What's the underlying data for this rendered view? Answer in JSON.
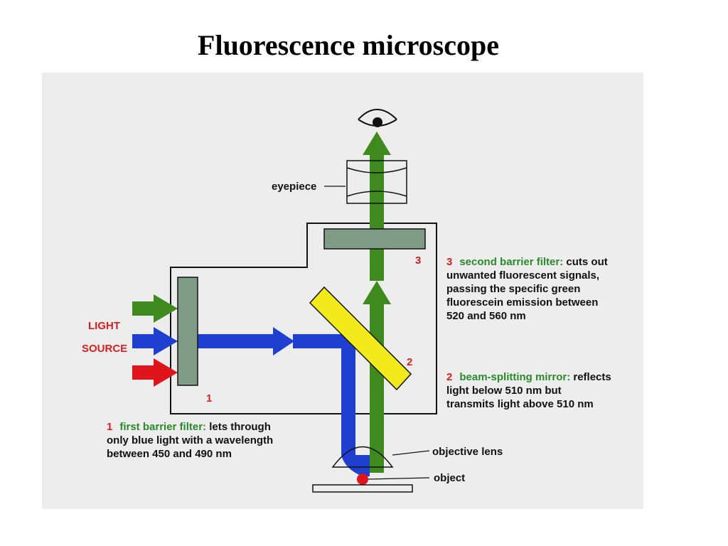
{
  "title": "Fluorescence microscope",
  "labels": {
    "eyepiece": "eyepiece",
    "light": "LIGHT",
    "source": "SOURCE",
    "objective_lens": "objective lens",
    "object": "object",
    "num1": "1",
    "num2": "2",
    "num3": "3"
  },
  "notes": {
    "first": {
      "num": "1",
      "title": "first barrier filter:",
      "line1_rest": "lets through",
      "line2": "only blue light with a wavelength",
      "line3": "between 450 and 490 nm"
    },
    "second": {
      "num": "2",
      "title": "beam-splitting mirror:",
      "line1_rest": "reflects",
      "line2": "light below 510 nm but",
      "line3": "transmits light above 510 nm"
    },
    "third": {
      "num": "3",
      "title": "second barrier filter:",
      "line1_rest": "cuts out",
      "line2": "unwanted fluorescent signals,",
      "line3": "passing the specific green",
      "line4": "fluorescein emission between",
      "line5": "520 and 560 nm"
    }
  },
  "colors": {
    "panel": "#ededed",
    "blue": "#1f3fd0",
    "green": "#3f8a1e",
    "red": "#e0141b",
    "yellow": "#f2ea1a",
    "filter": "#7f9a85",
    "number_red": "#d92020",
    "title_green": "#2a8a2a"
  }
}
